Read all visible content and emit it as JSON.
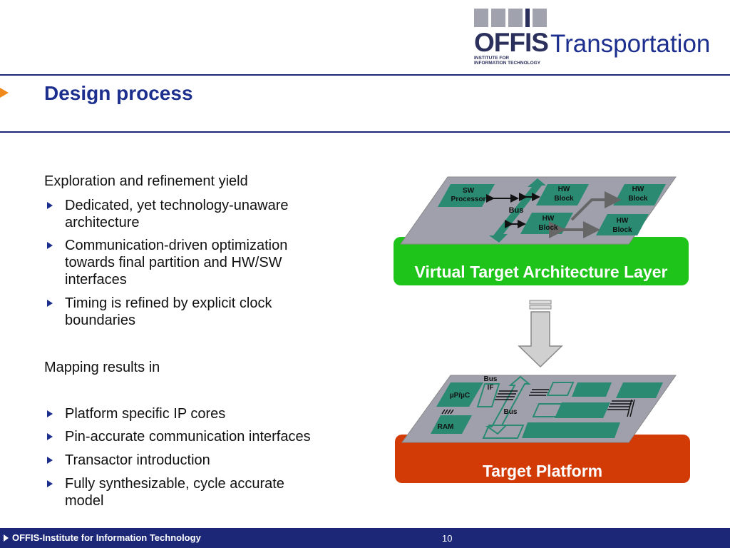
{
  "header": {
    "logo_main": "OFFIS",
    "logo_division": "Transportation",
    "logo_sub_line1": "INSTITUTE FOR",
    "logo_sub_line2": "INFORMATION TECHNOLOGY"
  },
  "slide": {
    "title": "Design process",
    "intro1": "Exploration and refinement yield",
    "bullets1": [
      [
        "Dedicated, yet technology-unaware",
        "architecture"
      ],
      [
        "Communication-driven optimization",
        "towards final partition and HW/SW",
        "interfaces"
      ],
      [
        "Timing is refined by explicit clock",
        "boundaries"
      ]
    ],
    "intro2": "Mapping results in",
    "bullets2": [
      [
        "Platform specific IP cores"
      ],
      [
        "Pin-accurate communication interfaces"
      ],
      [
        "Transactor introduction"
      ],
      [
        "Fully synthesizable, cycle accurate",
        "model"
      ]
    ]
  },
  "diagram": {
    "upper": {
      "sw_processor": [
        "SW",
        "Processor"
      ],
      "hw_block_1": [
        "HW",
        "Block"
      ],
      "hw_block_2": [
        "HW",
        "Block"
      ],
      "hw_block_3": [
        "HW",
        "Block"
      ],
      "hw_block_4": [
        "HW",
        "Block"
      ],
      "bus": "Bus",
      "layer_label": "Virtual Target Architecture Layer"
    },
    "lower": {
      "up_uc": "µP/µC",
      "ram": "RAM",
      "bus_if": [
        "Bus",
        "IF"
      ],
      "bus": "Bus",
      "layer_label": "Target Platform"
    },
    "colors": {
      "green": "#1fc41a",
      "red": "#d23a06",
      "block": "#2a8a72",
      "plane": "#a0a0ad"
    }
  },
  "footer": {
    "institute": "OFFIS-Institute for Information Technology",
    "page": "10"
  }
}
